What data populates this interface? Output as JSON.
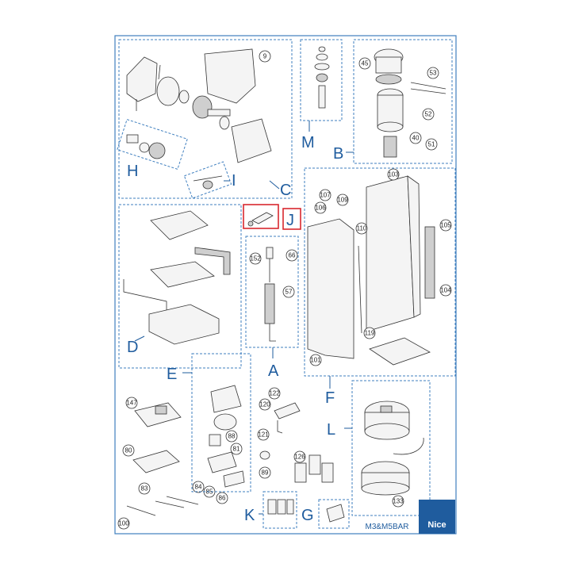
{
  "sections": {
    "A": "A",
    "B": "B",
    "C": "C",
    "D": "D",
    "E": "E",
    "F": "F",
    "G": "G",
    "H": "H",
    "I": "I",
    "J": "J",
    "K": "K",
    "L": "L",
    "M": "M"
  },
  "callouts": {
    "c9": "9",
    "c45": "45",
    "c53": "53",
    "c52": "52",
    "c40": "40",
    "c51": "51",
    "c103": "103",
    "c107": "107",
    "c109": "109",
    "c106": "106",
    "c110": "110",
    "c105": "105",
    "c104": "104",
    "c119": "119",
    "c101": "101",
    "c152": "152",
    "c66": "66",
    "c57": "57",
    "c147": "147",
    "c80": "80",
    "c83": "83",
    "c84": "84",
    "c85": "85",
    "c86": "86",
    "c100": "100",
    "c88": "88",
    "c81": "81",
    "c122": "122",
    "c120": "120",
    "c121": "121",
    "c89": "89",
    "c126": "126",
    "c133": "133"
  },
  "footer": {
    "model": "M3&M5BAR",
    "brand": "Nice",
    "brand_bg": "#1f5c9e",
    "accent": "#1f5c9e",
    "highlight": "#d9282f"
  }
}
